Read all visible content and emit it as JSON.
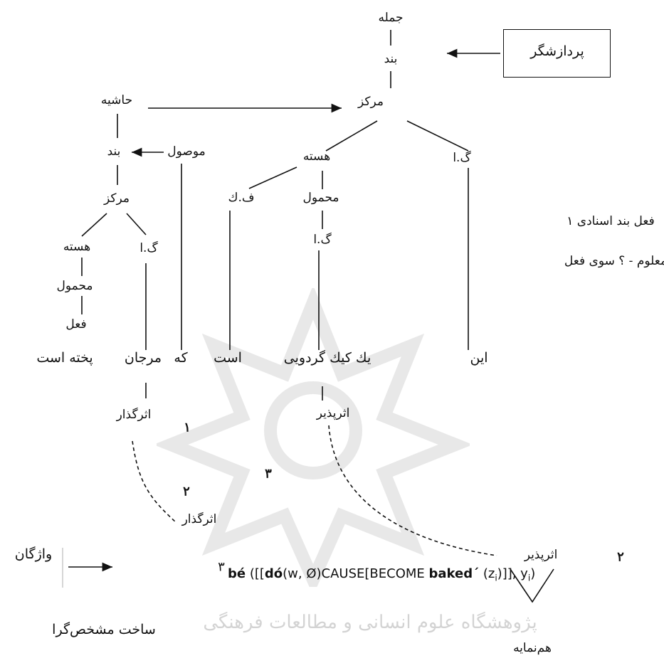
{
  "tree": {
    "sentence": "جمله",
    "clause": "بند",
    "center": "مرکز",
    "processor": "پردازشگر",
    "periphery": "حاشیه",
    "relative": "موصول",
    "left_clause": "بند",
    "left_center": "مرکز",
    "core": "هسته",
    "np_a": "گ.ا",
    "copula_verb": "ف.ك",
    "predicate": "محمول",
    "np_b": "گ.ا",
    "left_core": "هسته",
    "left_np": "گ.ا",
    "left_predicate": "محمول",
    "verb": "فعل"
  },
  "words": {
    "this": "این",
    "round_cake": "یك كیك گردویی",
    "is": "است",
    "that": "که",
    "marjan": "مرجان",
    "baked": "پخته است"
  },
  "roles": {
    "undergoer_top": "اثرپذیر",
    "actor_top": "اثرگذار",
    "undergoer_bottom": "اثرپذیر",
    "actor_bottom": "اثرگذار"
  },
  "numbers": {
    "n1": "١",
    "n2a": "٢",
    "n3": "٣",
    "n2b": "٢",
    "n3b": "٣"
  },
  "notes": {
    "note1": "فعل بند اسنادی ١",
    "note2": "معلوم - ؟ سوی فعل"
  },
  "lexicon": "واژگان",
  "formula": {
    "p1": "bé",
    "p2": " ([[",
    "p3": "dó",
    "p4": "(w, Ø)CAUSE[BECOME ",
    "p5": "baked´",
    "p6": " (z",
    "p7": "i",
    "p8": ")]], y",
    "p9": "i",
    "p10": ")"
  },
  "coindex": "هم‌نمایه",
  "head_marking": "ساخت مشخص‌گرا",
  "watermark_text": "پژوهشگاه علوم انسانی و مطالعات فرهنگی"
}
